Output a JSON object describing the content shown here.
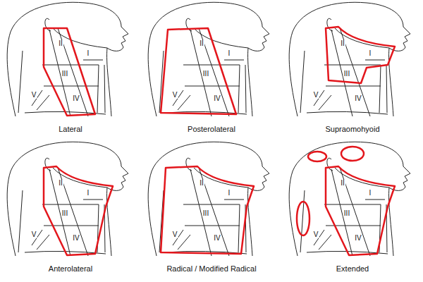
{
  "diagram": {
    "labels": [
      "I",
      "II",
      "III",
      "IV",
      "V",
      "Lateral",
      "I",
      "II",
      "III",
      "IV",
      "V",
      "Posterolateral",
      "I",
      "II",
      "III",
      "IV",
      "V",
      "Supraomohyoid",
      "I",
      "II",
      "III",
      "IV",
      "V",
      "Anterolateral",
      "I",
      "II",
      "III",
      "IV",
      "V",
      "Radical / Modified Radical",
      "I",
      "II",
      "III",
      "IV",
      "V",
      "Extended"
    ]
  }
}
